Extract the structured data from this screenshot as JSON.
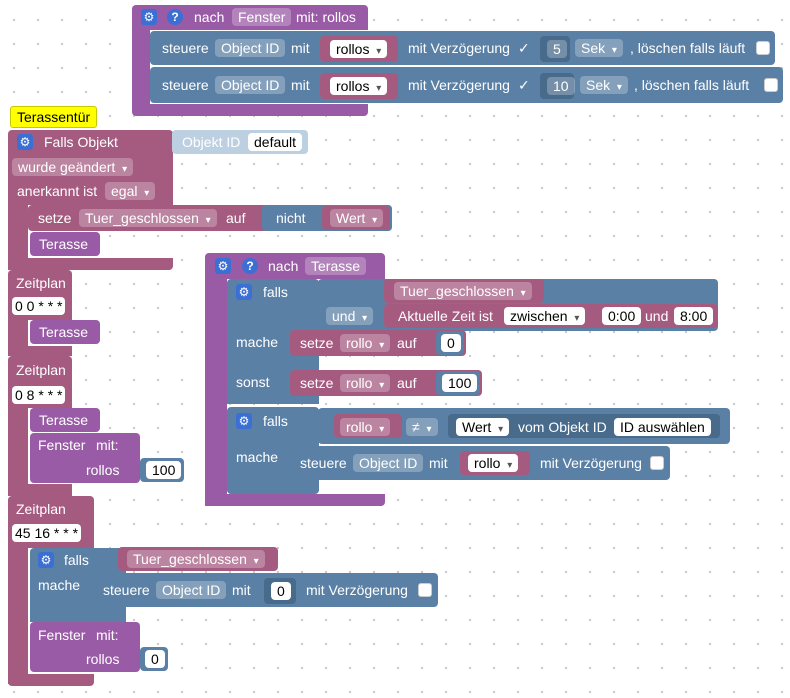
{
  "block1": {
    "header": {
      "nach": "nach",
      "proc": "Fenster",
      "mit": "mit: rollos"
    },
    "row1": {
      "steuere": "steuere",
      "obj": "Object ID",
      "mit": "mit",
      "val": "rollos",
      "delay": "mit Verzögerung",
      "num": "5",
      "unit": "Sek",
      "clear": ", löschen falls läuft"
    },
    "row2": {
      "steuere": "steuere",
      "obj": "Object ID",
      "mit": "mit",
      "val": "rollos",
      "delay": "mit Verzögerung",
      "num": "10",
      "unit": "Sek",
      "clear": ", löschen falls läuft"
    }
  },
  "comment": "Terassentür",
  "trigger": {
    "falls_objekt": "Falls Objekt",
    "objekt_id": "Objekt ID",
    "default": "default",
    "wurde": "wurde geändert",
    "anerkannt": "anerkannt ist",
    "egal": "egal",
    "setze": "setze",
    "var": "Tuer_geschlossen",
    "auf": "auf",
    "nicht": "nicht",
    "wert": "Wert",
    "terasse": "Terasse"
  },
  "sched1": {
    "label": "Zeitplan",
    "cron": "0 0 * * *",
    "call": "Terasse"
  },
  "sched2": {
    "label": "Zeitplan",
    "cron": "0 8 * * *",
    "call": "Terasse",
    "fenster": "Fenster",
    "mit": "mit:",
    "rollos": "rollos",
    "val": "100"
  },
  "sched3": {
    "label": "Zeitplan",
    "cron": "45 16 * * *",
    "falls": "falls",
    "var": "Tuer_geschlossen",
    "mache": "mache",
    "steuere": "steuere",
    "obj": "Object ID",
    "mit": "mit",
    "num": "0",
    "delay": "mit Verzögerung",
    "fenster": "Fenster",
    "fmit": "mit:",
    "rollos": "rollos",
    "val": "0"
  },
  "terasse_proc": {
    "nach": "nach",
    "name": "Terasse",
    "falls": "falls",
    "var": "Tuer_geschlossen",
    "und": "und",
    "zeit": "Aktuelle Zeit ist",
    "zwischen": "zwischen",
    "t1": "0:00",
    "und2": "und",
    "t2": "8:00",
    "mache": "mache",
    "setze": "setze",
    "rollo": "rollo",
    "auf": "auf",
    "v0": "0",
    "sonst": "sonst",
    "v100": "100",
    "falls2": "falls",
    "rollo2": "rollo",
    "neq": "≠",
    "wert": "Wert",
    "vom": "vom Objekt ID",
    "idsel": "ID auswählen",
    "mache2": "mache",
    "steuere": "steuere",
    "obj": "Object ID",
    "mit": "mit",
    "rollo3": "rollo",
    "delay": "mit Verzögerung"
  }
}
